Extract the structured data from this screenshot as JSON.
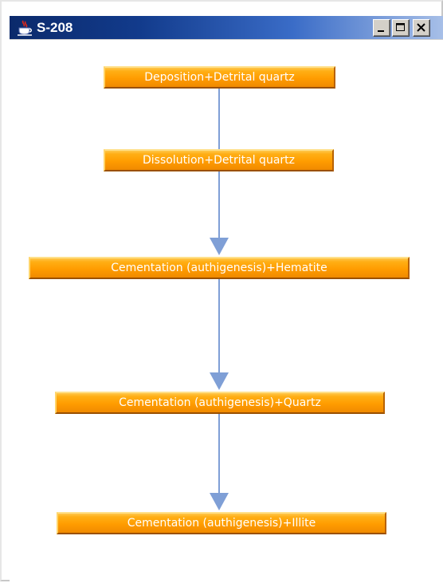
{
  "window": {
    "title": "S-208",
    "icon": "java-cup-icon",
    "buttons": [
      "minimize-icon",
      "maximize-icon",
      "close-icon"
    ]
  },
  "colors": {
    "titlebar_start": "#0b2a6b",
    "titlebar_end": "#a8c0e8",
    "node_fill": "#ff9c00",
    "node_text": "#ffffff",
    "arrow": "#7f9fd6"
  },
  "diagram": {
    "nodes": [
      {
        "label": "Deposition+Detrital quartz"
      },
      {
        "label": "Dissolution+Detrital quartz"
      },
      {
        "label": "Cementation (authigenesis)+Hematite"
      },
      {
        "label": "Cementation (authigenesis)+Quartz"
      },
      {
        "label": "Cementation (authigenesis)+Illite"
      }
    ],
    "edges": [
      {
        "from": 0,
        "to": 1,
        "arrowhead": false
      },
      {
        "from": 1,
        "to": 2,
        "arrowhead": true
      },
      {
        "from": 2,
        "to": 3,
        "arrowhead": true
      },
      {
        "from": 3,
        "to": 4,
        "arrowhead": true
      }
    ]
  }
}
